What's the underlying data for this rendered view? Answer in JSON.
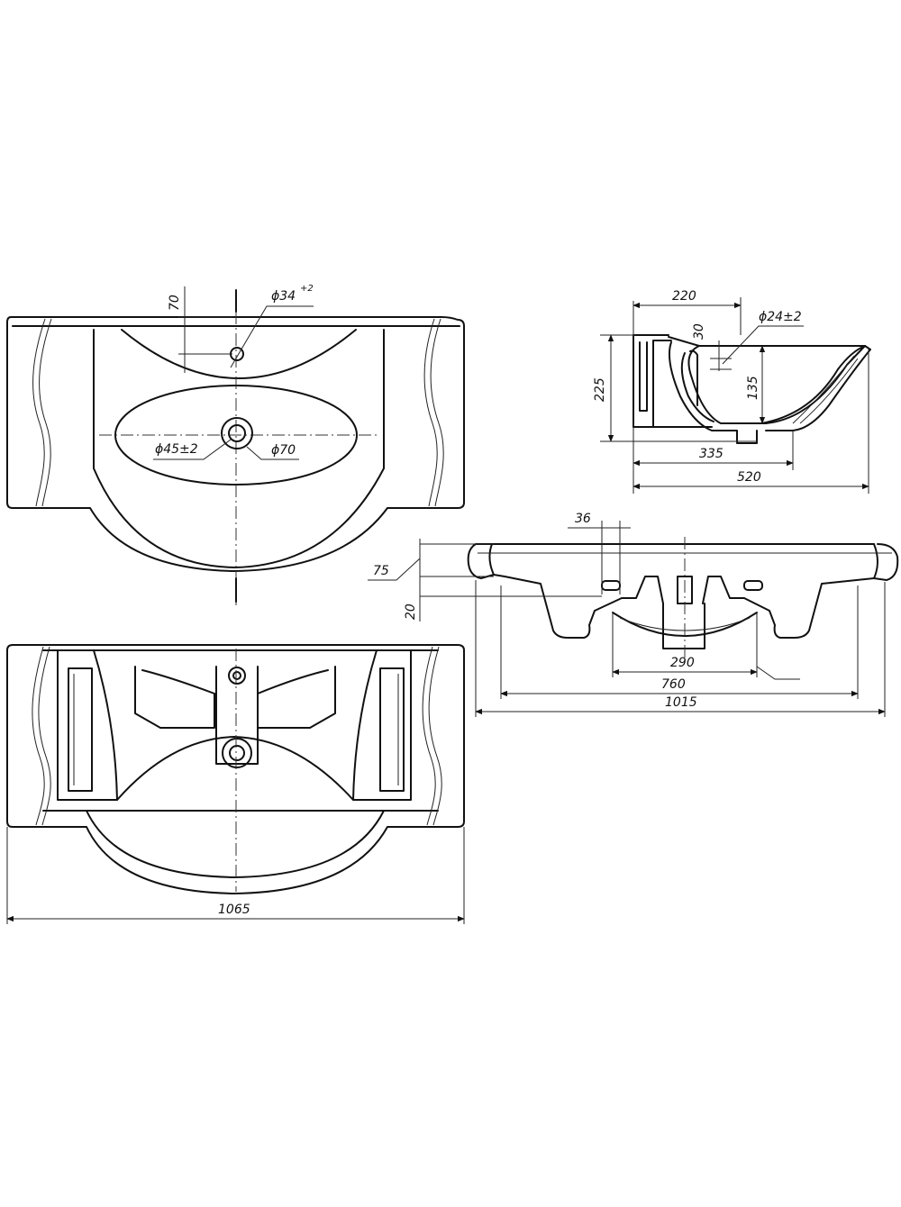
{
  "drawing": {
    "top_view": {
      "dim_tap_offset": "70",
      "dim_tap_hole": "ϕ34",
      "dim_tap_hole_tol": "+2",
      "dim_drain_hole": "ϕ45±2",
      "dim_drain_outer": "ϕ70"
    },
    "side_section": {
      "dim_top_length": "220",
      "dim_overflow_hole": "ϕ24±2",
      "dim_overflow_offset": "30",
      "dim_height": "225",
      "dim_bowl_depth": "135",
      "dim_drain_position": "335",
      "dim_depth_total": "520"
    },
    "front_view": {
      "dim_hole_spacing": "36",
      "dim_rim_height": "75",
      "dim_hole_height": "20",
      "dim_outlet_width": "290",
      "dim_support_span": "760",
      "dim_overall_width": "1015"
    },
    "bottom_view": {
      "dim_total_width": "1065"
    }
  }
}
